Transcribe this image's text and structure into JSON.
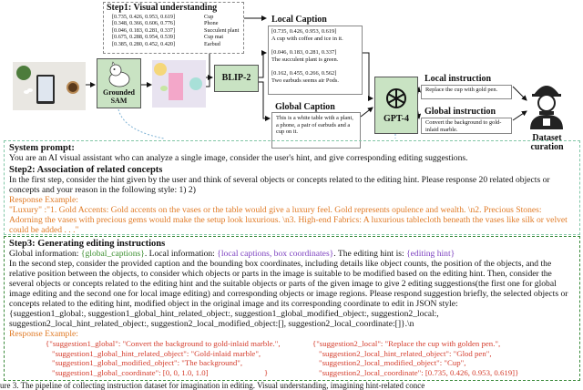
{
  "step1": {
    "title": "Step1: Visual understanding",
    "rows": [
      {
        "coords": "[0.735, 0.426, 0.953, 0.619]",
        "label": "Cup"
      },
      {
        "coords": "[0.348, 0.366, 0.606, 0.776]",
        "label": "Phone"
      },
      {
        "coords": "[0.046, 0.183, 0.281, 0.337]",
        "label": "Succulent plant"
      },
      {
        "coords": "[0.675, 0.288, 0.954, 0.539]",
        "label": "Cup mat"
      },
      {
        "coords": "[0.385, 0.280, 0.452, 0.420]",
        "label": "Earbud"
      }
    ]
  },
  "grounded_sam": {
    "line1": "Grounded",
    "line2": "SAM"
  },
  "blip2": "BLIP-2",
  "gpt4": "GPT-4",
  "local_caption": {
    "title": "Local Caption",
    "coords1": "[0.735, 0.426, 0.953, 0.619]",
    "text1": "A cup with coffee and ice in it.",
    "coords2": "[0.046, 0.183, 0.281, 0.337]",
    "text2": "The succulent plant is green.",
    "coords3": "[0.162, 0.455, 0.266, 0.562]",
    "text3": "Two earbuds seems air Pods."
  },
  "global_caption": {
    "title": "Global Caption",
    "text": "This is a white table with a plant, a phone, a pair of earbuds and a cup on it."
  },
  "local_instruction": {
    "title": "Local instruction",
    "text": "Replace the cup with gold pen."
  },
  "global_instruction": {
    "title": "Global instruction",
    "text": "Convert the background to gold-inlaid marble."
  },
  "dataset": {
    "line1": "Dataset",
    "line2": "curation"
  },
  "system_prompt": {
    "title": "System prompt:",
    "text": "You are an AI visual assistant who can analyze a single image, consider the user's hint, and give corresponding editing suggestions."
  },
  "step2": {
    "title": "Step2: Association of related concepts",
    "body": "In the first step, consider the hint given by the user and think of several objects or concepts related to the editing hint. Please response 20 related objects or concepts and your reason in the following style: 1) 2)",
    "example_label": "Response Example:",
    "example": "\"Luxury\" :\"1. Gold Accents: Gold accents on the vases or the table would give a luxury feel. Gold represents opulence and wealth. \\n2. Precious Stones: Adorning the vases with precious gems would make the setup look luxurious. \\n3. High-end Fabrics: A luxurious tablecloth beneath the vases like silk or velvet could be added . . .\""
  },
  "step3": {
    "title": "Step3: Generating editing instructions",
    "global_info_prefix": "Global information: ",
    "global_info_value": "{global_captions}",
    "local_info_prefix": ". Local information: ",
    "local_info_value": "{local captions, box coordinates}",
    "hint_prefix": ". The editing hint is: ",
    "hint_value": "{editing hint}",
    "body": "In the second step, consider the provided caption and the bounding box coordinates, including details like object counts, the position of the objects, and the relative position between the objects, to consider which objects or parts in the image is suitable to be modified based on the editing hint. Then, consider the several objects or concepts related to the editing hint and the suitable objects or parts of the given image to give 2 editing suggestions(the first one for global image editing and the second one for local image editing) and corresponding objects or image regions. Please respond suggestion briefly, the selected objects or concepts related to the editing hint, modified object in the original image and its corresponding coordinate to edit in JSON style:",
    "json_template": "{suggestion1_global:, suggestion1_global_hint_related_object:, suggestion1_global_modified_object:, suggestion2_local:, suggestion2_local_hint_related_object:, suggestion2_local_modified_object:[], suggestion2_local_coordinate:[]}.\\n",
    "example_label": "Response Example:",
    "left_lines": [
      "{\"suggestion1_global\": \"Convert the background to gold-inlaid marble.\",",
      "\"suggestion1_global_hint_related_object\": \"Gold-inlaid marble\",",
      "\"suggestion1_global_modified_object\": \"The background\",",
      "\"suggestion1_global_coordinate\": [0, 0, 1.0, 1.0]",
      "}"
    ],
    "right_lines": [
      "{\"suggestion2_local\": \"Replace the cup with golden pen.\",",
      "\"suggestion2_local_hint_related_object\": \"Glod pen\",",
      "\"suggestion2_local_modified_object\": \"Cup\",",
      "\"suggestion2_local_coordinate\": [0.735, 0.426, 0.953, 0.619]}"
    ]
  },
  "caption": "ure 3. The pipeline of collecting instruction dataset for imagination in editing. Visual understanding, imagining hint-related conce"
}
